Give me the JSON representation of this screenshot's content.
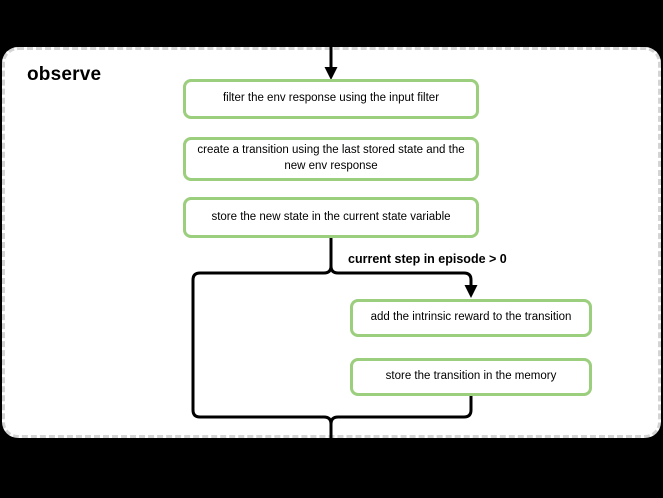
{
  "group": {
    "title": "observe"
  },
  "nodes": [
    {
      "label": "filter the env response using the input filter"
    },
    {
      "label": "create a transition using the last stored state and the new env response"
    },
    {
      "label": "store the new state in the current state variable"
    },
    {
      "label": "add the intrinsic reward to the transition"
    },
    {
      "label": "store the transition in the memory"
    }
  ],
  "edges": [
    {
      "from": "top-outside",
      "to": "node-0",
      "arrow": true,
      "label": ""
    },
    {
      "from": "node-2",
      "to": "node-3",
      "arrow": true,
      "label": "current step in episode > 0"
    },
    {
      "from": "node-2",
      "to": "bottom-merge",
      "arrow": false,
      "label": ""
    },
    {
      "from": "node-4",
      "to": "bottom-merge",
      "arrow": false,
      "label": ""
    },
    {
      "from": "bottom-merge",
      "to": "bottom-outside",
      "arrow": false,
      "label": ""
    }
  ],
  "colors": {
    "background": "#000000",
    "frame_fill": "#ffffff",
    "frame_border": "#d4d4d4",
    "node_border": "#9bce7d",
    "connector": "#000000",
    "text": "#000000"
  }
}
